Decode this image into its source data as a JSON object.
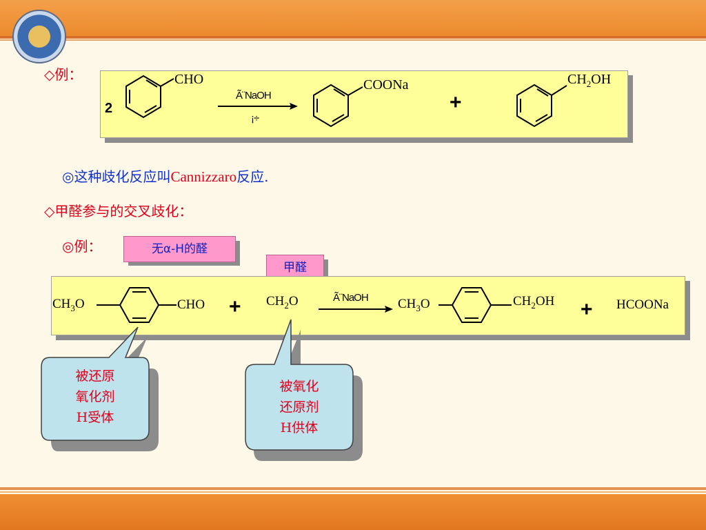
{
  "slide": {
    "example1_label": "◇例：",
    "reaction1": {
      "coefficient": "2",
      "reactant_group": "CHO",
      "condition_top": "Ã¨NaOH",
      "condition_bottom": "¡÷",
      "product1_group": "COONa",
      "plus": "+",
      "product2_group_prefix": "CH",
      "product2_group_sub": "2",
      "product2_group_suffix": "OH"
    },
    "statement": {
      "bullet_blue": "◎这种歧化反应叫",
      "name_red": "Cannizzaro",
      "suffix_blue": "反应.",
      "full": "◎这种歧化反应叫Cannizzaro反应."
    },
    "cross_heading": "◇甲醛参与的交叉歧化：",
    "example2_label": "◎例：",
    "label_no_alpha_h": "无α-H的醛",
    "label_formaldehyde": "甲醛",
    "reaction2": {
      "reactant1_left_prefix": "CH",
      "reactant1_left_sub": "3",
      "reactant1_left_suffix": "O",
      "reactant1_right": "CHO",
      "plus1": "+",
      "reactant2_prefix": "CH",
      "reactant2_sub": "2",
      "reactant2_suffix": "O",
      "condition_top": "Ã¨NaOH",
      "product1_left_prefix": "CH",
      "product1_left_sub": "3",
      "product1_left_suffix": "O",
      "product1_right_prefix": "CH",
      "product1_right_sub": "2",
      "product1_right_suffix": "OH",
      "plus2": "+",
      "product2": "HCOONa"
    },
    "callout_left": {
      "line1": "被还原",
      "line2": "氧化剂",
      "line3": "H受体"
    },
    "callout_right": {
      "line1": "被氧化",
      "line2": "还原剂",
      "line3": "H供体"
    }
  }
}
